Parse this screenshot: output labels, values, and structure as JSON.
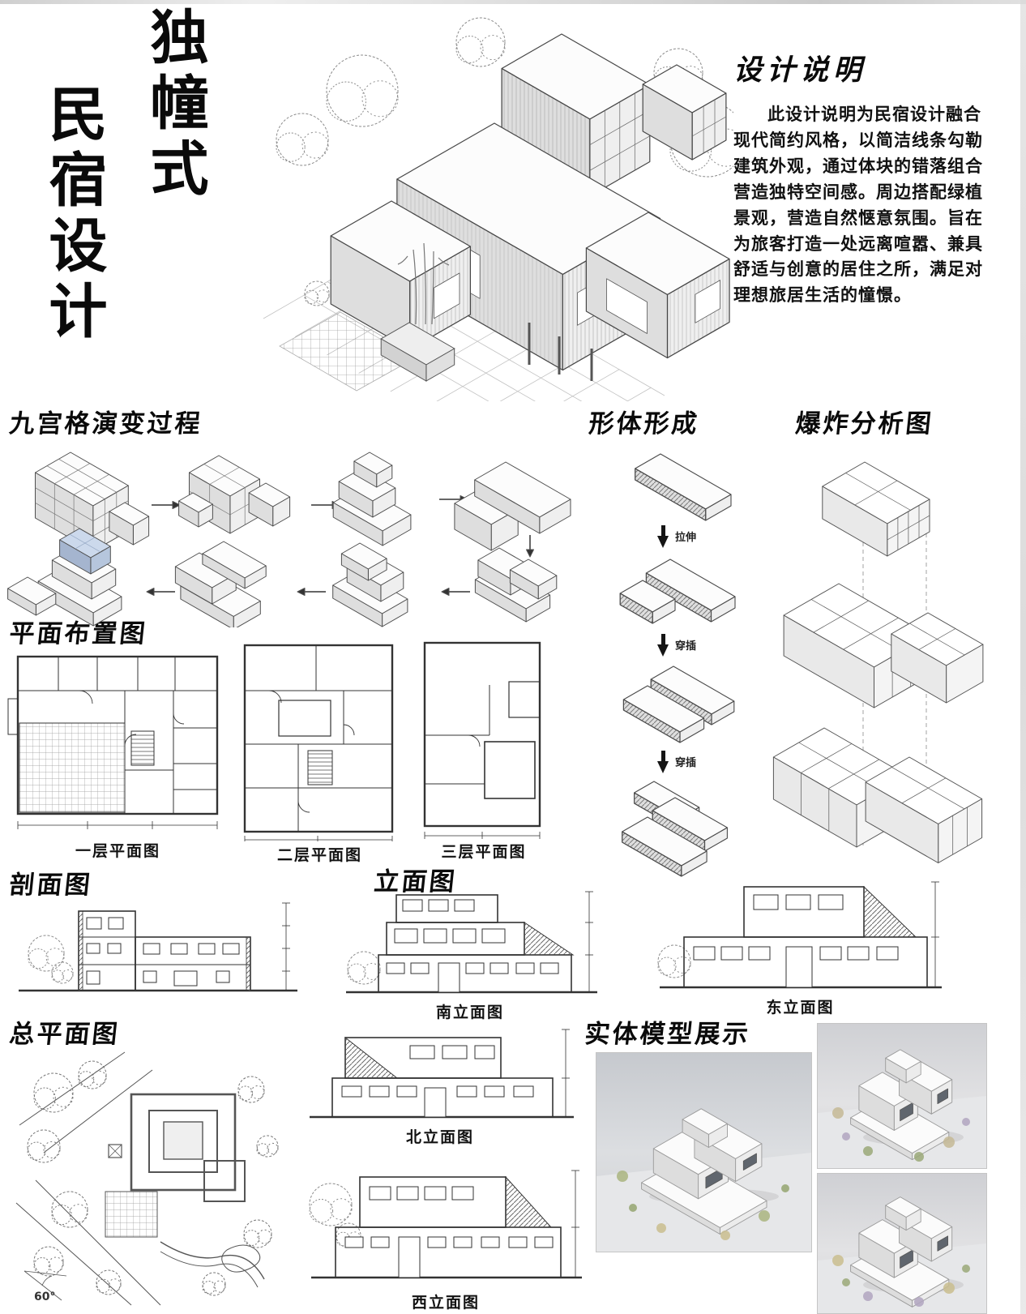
{
  "page": {
    "title_col_right": "独幢式",
    "title_col_left": "民宿设计"
  },
  "design_notes": {
    "heading": "设计说明",
    "body": "此设计说明为民宿设计融合现代简约风格，以简洁线条勾勒建筑外观，通过体块的错落组合营造独特空间感。周边搭配绿植景观，营造自然惬意氛围。旨在为旅客打造一处远离喧嚣、兼具舒适与创意的居住之所，满足对理想旅居生活的憧憬。"
  },
  "nine_grid": {
    "heading": "九宫格演变过程"
  },
  "form_formation": {
    "heading": "形体形成",
    "steps": [
      {
        "label": "拉伸"
      },
      {
        "label": "穿插"
      },
      {
        "label": "穿插"
      }
    ]
  },
  "exploded": {
    "heading": "爆炸分析图"
  },
  "floor_plans": {
    "heading": "平面布置图",
    "items": [
      {
        "label": "一层平面图"
      },
      {
        "label": "二层平面图"
      },
      {
        "label": "三层平面图"
      }
    ]
  },
  "section_view": {
    "heading": "剖面图"
  },
  "elevations": {
    "heading": "立面图",
    "south": "南立面图",
    "east": "东立面图",
    "north": "北立面图",
    "west": "西立面图"
  },
  "site_plan": {
    "heading": "总平面图",
    "angle_label": "60°"
  },
  "model_display": {
    "heading": "实体模型展示"
  }
}
